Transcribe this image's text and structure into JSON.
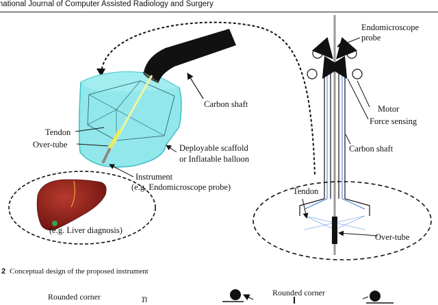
{
  "header": {
    "journal": "rnational Journal of Computer Assisted Radiology and Surgery"
  },
  "figure": {
    "left_labels": {
      "carbon_shaft": "Carbon shaft",
      "tendon": "Tendon",
      "over_tube": "Over-tube",
      "scaffold_line1": "Deployable scaffold",
      "scaffold_line2": "or Inflatable balloon",
      "instrument_line1": "Instrument",
      "instrument_line2": "(e.g. Endomicroscope probe)",
      "liver": "(e.g. Liver diagnosis)"
    },
    "right_labels": {
      "probe_line1": "Endomicroscope",
      "probe_line2": "probe",
      "motor": "Motor",
      "force_sensing": "Force sensing",
      "carbon_shaft": "Carbon shaft",
      "tendon": "Tendon",
      "over_tube": "Over-tube"
    },
    "colors": {
      "balloon": "#7fe3e8",
      "shaft": "#111111",
      "liver": "#8f1d14",
      "blue_line": "#3a78d8"
    }
  },
  "caption": {
    "number": "2",
    "text": "Conceptual design of the proposed instrument"
  },
  "bottom": {
    "rounded_corner_left": "Rounded corner",
    "italic_t": "Ti",
    "rounded_corner_right": "Rounded corner"
  }
}
